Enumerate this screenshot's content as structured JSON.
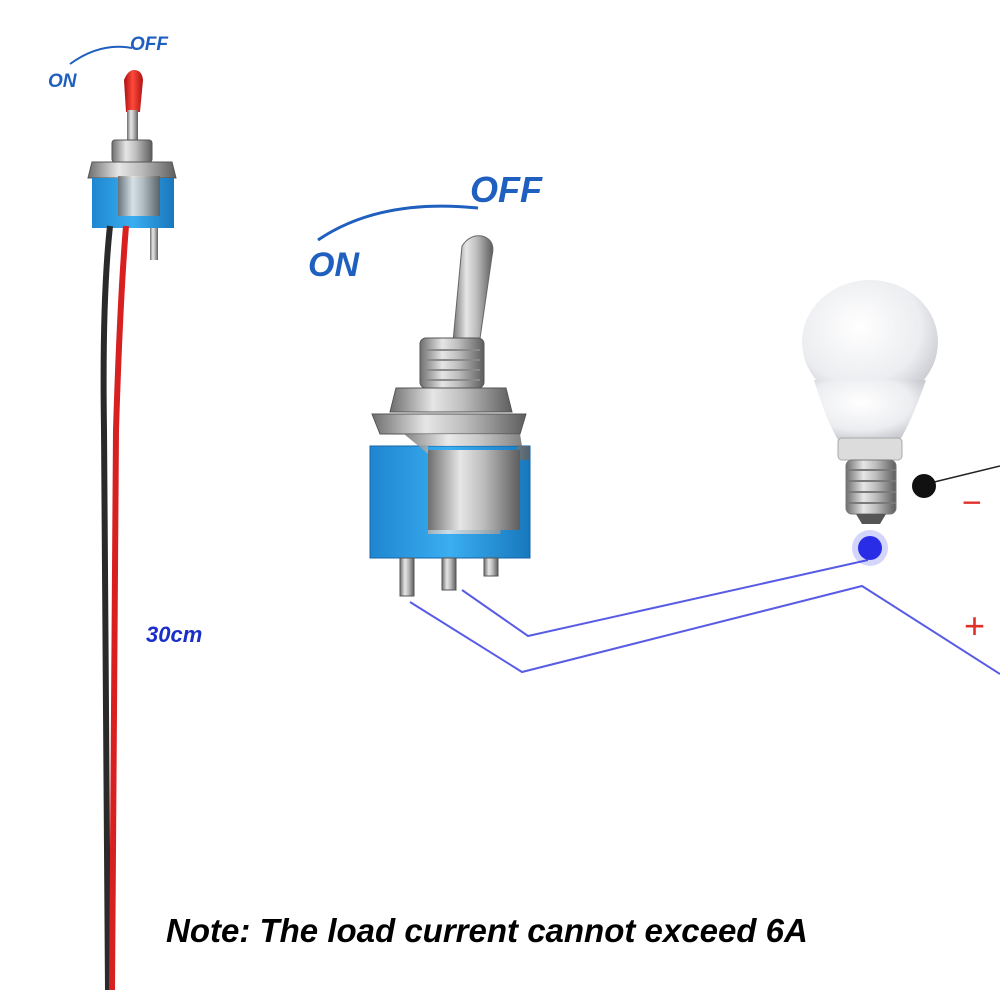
{
  "small_switch": {
    "on_label": "ON",
    "off_label": "OFF"
  },
  "large_switch": {
    "on_label": "ON",
    "off_label": "OFF"
  },
  "wire": {
    "length_label": "30cm"
  },
  "polarity": {
    "negative": "−",
    "positive": "+"
  },
  "note": "Note: The load current cannot exceed 6A",
  "colors": {
    "label_blue": "#1f5fbf",
    "wire_blue": "#3b3fe0",
    "switch_blue": "#2b9be0",
    "wire_red": "#d82020",
    "sign_red": "#e0302a"
  }
}
